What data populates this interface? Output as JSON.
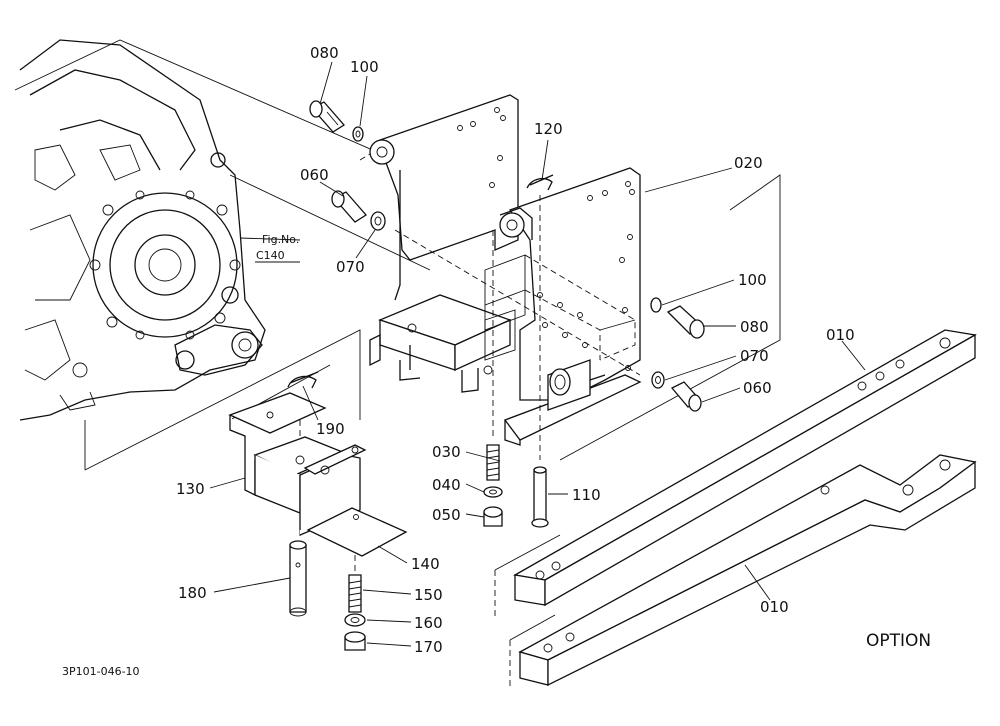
{
  "callouts": [
    {
      "id": "080a",
      "label": "080"
    },
    {
      "id": "100a",
      "label": "100"
    },
    {
      "id": "060a",
      "label": "060"
    },
    {
      "id": "070a",
      "label": "070"
    },
    {
      "id": "120",
      "label": "120"
    },
    {
      "id": "020",
      "label": "020"
    },
    {
      "id": "100b",
      "label": "100"
    },
    {
      "id": "080b",
      "label": "080"
    },
    {
      "id": "070b",
      "label": "070"
    },
    {
      "id": "060b",
      "label": "060"
    },
    {
      "id": "010a",
      "label": "010"
    },
    {
      "id": "010b",
      "label": "010"
    },
    {
      "id": "190",
      "label": "190"
    },
    {
      "id": "130",
      "label": "130"
    },
    {
      "id": "030",
      "label": "030"
    },
    {
      "id": "040",
      "label": "040"
    },
    {
      "id": "050",
      "label": "050"
    },
    {
      "id": "110",
      "label": "110"
    },
    {
      "id": "140",
      "label": "140"
    },
    {
      "id": "150",
      "label": "150"
    },
    {
      "id": "160",
      "label": "160"
    },
    {
      "id": "170",
      "label": "170"
    },
    {
      "id": "180",
      "label": "180"
    }
  ],
  "fig_ref": {
    "line1": "Fig.No.",
    "line2": "C140"
  },
  "option_label": "OPTION",
  "drawing_code": "3P101-046-10"
}
